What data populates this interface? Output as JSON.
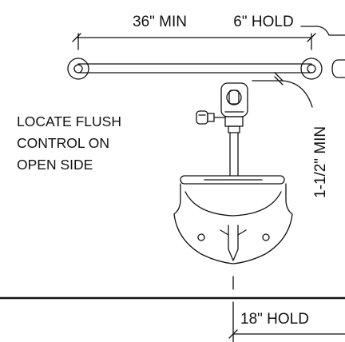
{
  "dimensions": {
    "grab_bar_length": "36\" MIN",
    "grab_bar_hold": "6\" HOLD",
    "bar_clearance": "1-1/2\" MIN",
    "urinal_offset": "18\" HOLD"
  },
  "note": {
    "line1": "LOCATE FLUSH",
    "line2": "CONTROL ON",
    "line3": "OPEN SIDE"
  }
}
